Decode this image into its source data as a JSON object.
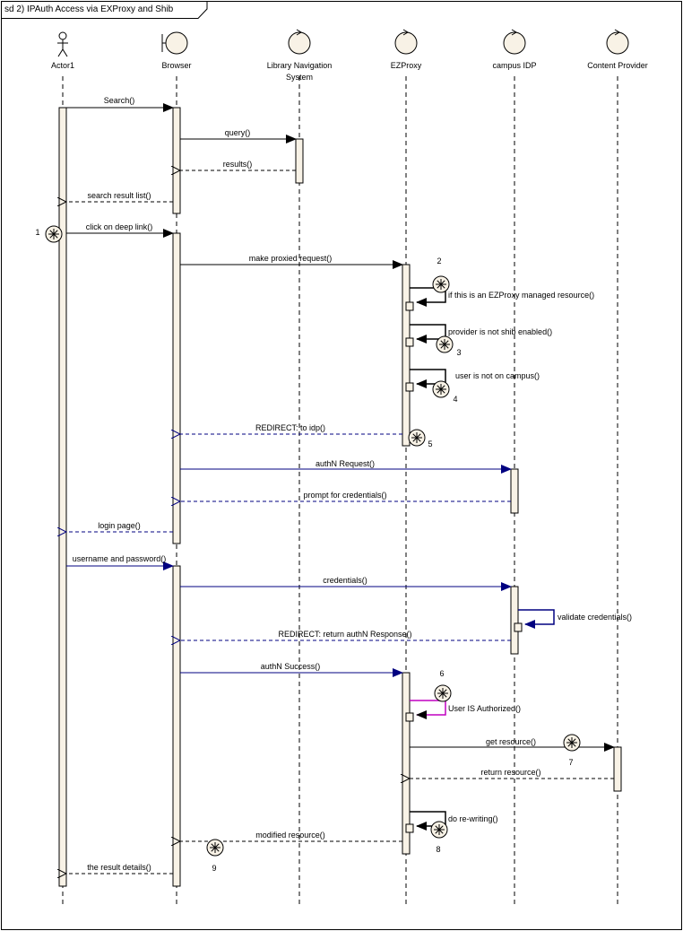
{
  "frame": {
    "title": "sd 2) IPAuth Access via EXProxy and Shib"
  },
  "colors": {
    "sync": "#000000",
    "async_blue": "#000080",
    "auth_check": "#c000c0",
    "activation_fill": "#f8f2e6",
    "lifeline": "#000000"
  },
  "participants": [
    {
      "id": "actor1",
      "kind": "actor",
      "name": "Actor1",
      "name2": ""
    },
    {
      "id": "browser",
      "kind": "boundary",
      "name": "Browser",
      "name2": ""
    },
    {
      "id": "libnav",
      "kind": "control",
      "name": "Library Navigation",
      "name2": "System"
    },
    {
      "id": "ezproxy",
      "kind": "control",
      "name": "EZProxy",
      "name2": ""
    },
    {
      "id": "idp",
      "kind": "control",
      "name": "campus IDP",
      "name2": ""
    },
    {
      "id": "content",
      "kind": "control",
      "name": "Content Provider",
      "name2": ""
    }
  ],
  "messages": [
    {
      "from": "actor1",
      "to": "browser",
      "label": "Search()",
      "style": "sync",
      "color": "#000000"
    },
    {
      "from": "browser",
      "to": "libnav",
      "label": "query()",
      "style": "sync",
      "color": "#000000"
    },
    {
      "from": "libnav",
      "to": "browser",
      "label": "results()",
      "style": "return",
      "color": "#000000"
    },
    {
      "from": "browser",
      "to": "actor1",
      "label": "search result list()",
      "style": "return",
      "color": "#000000"
    },
    {
      "from": "actor1",
      "to": "browser",
      "label": "click on deep link()",
      "style": "sync",
      "color": "#000000"
    },
    {
      "from": "browser",
      "to": "ezproxy",
      "label": "make proxied request()",
      "style": "sync",
      "color": "#000000"
    },
    {
      "from": "ezproxy",
      "to": "ezproxy",
      "label": "if this is an EZProxy managed resource()",
      "style": "self",
      "color": "#000000"
    },
    {
      "from": "ezproxy",
      "to": "ezproxy",
      "label": "provider is not shib enabled()",
      "style": "self",
      "color": "#000000"
    },
    {
      "from": "ezproxy",
      "to": "ezproxy",
      "label": "user is not on campus()",
      "style": "self",
      "color": "#000000"
    },
    {
      "from": "ezproxy",
      "to": "browser",
      "label": "REDIRECT: to idp()",
      "style": "return",
      "color": "#000080"
    },
    {
      "from": "browser",
      "to": "idp",
      "label": "authN Request()",
      "style": "sync",
      "color": "#000080"
    },
    {
      "from": "idp",
      "to": "browser",
      "label": "prompt for credentials()",
      "style": "return",
      "color": "#000080"
    },
    {
      "from": "browser",
      "to": "actor1",
      "label": "login page()",
      "style": "return",
      "color": "#000080"
    },
    {
      "from": "actor1",
      "to": "browser",
      "label": "username and password()",
      "style": "sync",
      "color": "#000080"
    },
    {
      "from": "browser",
      "to": "idp",
      "label": "credentials()",
      "style": "sync",
      "color": "#000080"
    },
    {
      "from": "idp",
      "to": "idp",
      "label": "validate credentials()",
      "style": "self",
      "color": "#000080"
    },
    {
      "from": "idp",
      "to": "browser",
      "label": "REDIRECT: return authN Response()",
      "style": "return",
      "color": "#000080"
    },
    {
      "from": "browser",
      "to": "ezproxy",
      "label": "authN Success()",
      "style": "sync",
      "color": "#000080"
    },
    {
      "from": "ezproxy",
      "to": "ezproxy",
      "label": "User IS Authorized()",
      "style": "self",
      "color": "#c000c0"
    },
    {
      "from": "ezproxy",
      "to": "content",
      "label": "get resource()",
      "style": "sync",
      "color": "#000000"
    },
    {
      "from": "content",
      "to": "ezproxy",
      "label": "return resource()",
      "style": "return",
      "color": "#000000"
    },
    {
      "from": "ezproxy",
      "to": "ezproxy",
      "label": "do re-writing()",
      "style": "self",
      "color": "#000000"
    },
    {
      "from": "ezproxy",
      "to": "browser",
      "label": "modified resource()",
      "style": "return",
      "color": "#000000"
    },
    {
      "from": "browser",
      "to": "actor1",
      "label": "the result details()",
      "style": "return",
      "color": "#000000"
    }
  ],
  "notes": [
    {
      "label": "1"
    },
    {
      "label": "2"
    },
    {
      "label": "3"
    },
    {
      "label": "4"
    },
    {
      "label": "5"
    },
    {
      "label": "6"
    },
    {
      "label": "7"
    },
    {
      "label": "8"
    },
    {
      "label": "9"
    }
  ]
}
